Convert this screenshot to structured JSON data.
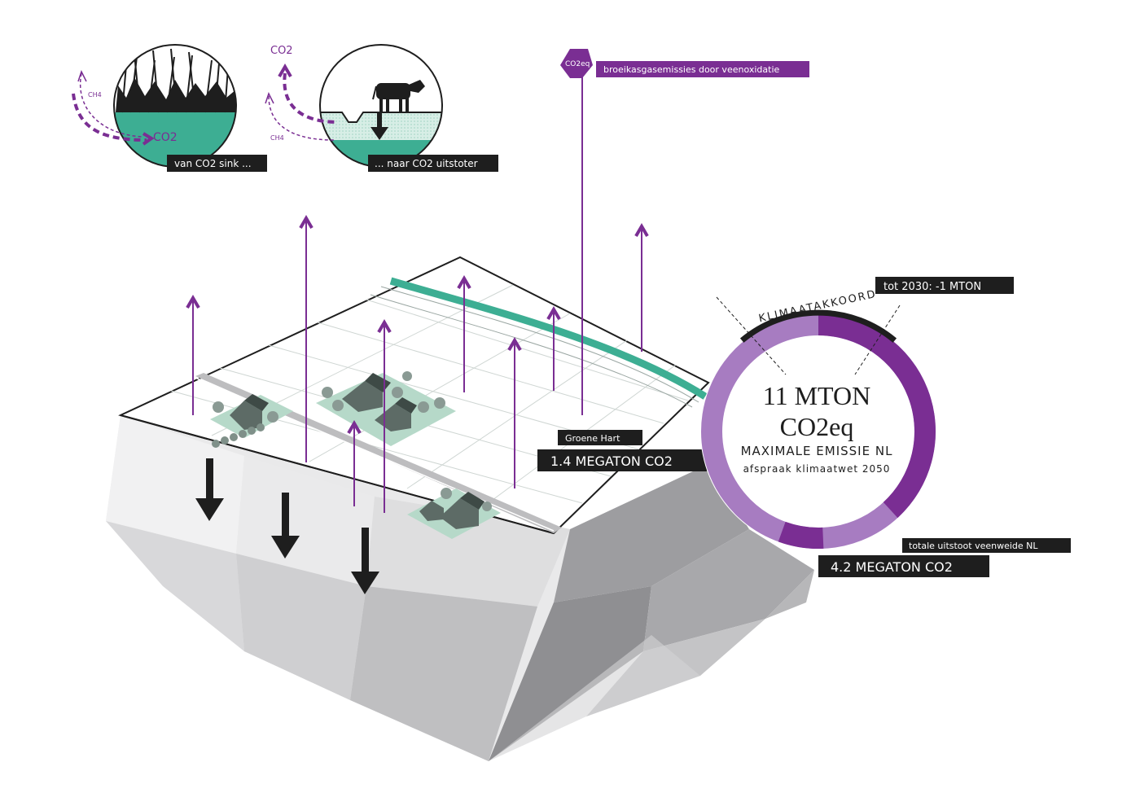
{
  "inset_sink": {
    "label": "van CO2 sink ...",
    "co2_text": "CO2",
    "ch4_text": "CH4"
  },
  "inset_emitter": {
    "label": "... naar CO2 uitstoter",
    "co2_text": "CO2",
    "ch4_text": "CH4"
  },
  "emission_tag": {
    "badge": "CO2eq",
    "text": "broeikasgasemissies door veenoxidatie"
  },
  "region": {
    "name": "Groene Hart",
    "value": "1.4 MEGATON CO2"
  },
  "gauge": {
    "arc_label": "KLIMAATAKKOORD",
    "target_tag": "tot 2030:  -1 MTON",
    "main_line1": "11 MTON",
    "main_line2": "CO2eq",
    "sub_line1": "MAXIMALE EMISSIE NL",
    "sub_line2": "afspraak klimaatwet 2050",
    "bottom_caption": "totale uitstoot veenweide NL",
    "bottom_value": "4.2 MEGATON CO2",
    "total_mton": 11,
    "veenweide_mton": 4.2
  },
  "colors": {
    "purple": "#7a2e93",
    "purple_light": "#a77cc1",
    "teal": "#3dae93",
    "teal_light": "#bfe3d4",
    "dark": "#1e1e1e",
    "grey_dark": "#8c8c8f",
    "grey_light": "#e8e8e8"
  }
}
